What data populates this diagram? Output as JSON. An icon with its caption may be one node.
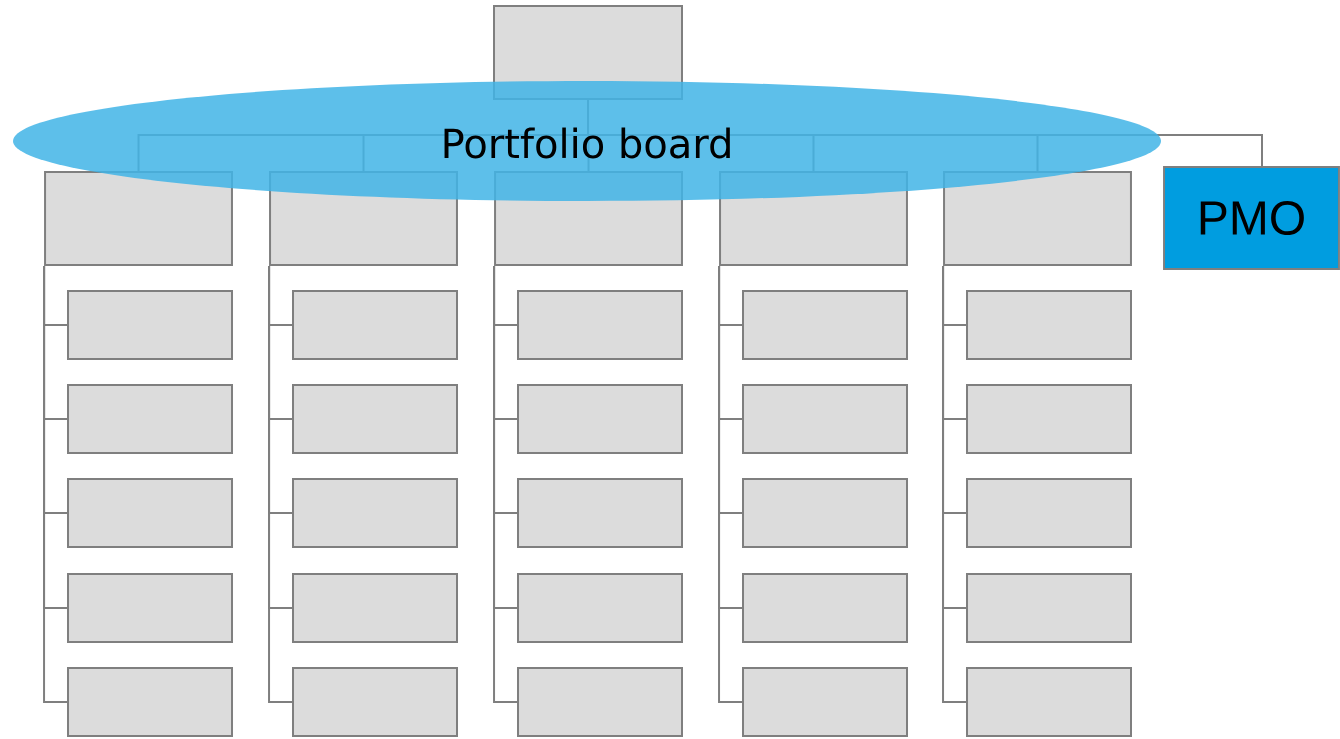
{
  "diagram": {
    "nodes": [
      {
        "text": [],
        "shape": "box"
      },
      {
        "text": [],
        "shape": "box"
      },
      {
        "text": [],
        "shape": "box"
      },
      {
        "text": [],
        "shape": "box"
      },
      {
        "text": [],
        "shape": "box"
      },
      {
        "text": [],
        "shape": "box"
      },
      {
        "text": [
          "PMO"
        ]
      },
      {
        "text": [],
        "shape": "box"
      },
      {
        "text": [],
        "shape": "box"
      },
      {
        "text": [],
        "shape": "box"
      },
      {
        "text": [],
        "shape": "box"
      },
      {
        "text": [],
        "shape": "box"
      },
      {
        "text": [],
        "shape": "box"
      },
      {
        "text": [],
        "shape": "box"
      },
      {
        "text": [],
        "shape": "box"
      },
      {
        "text": [],
        "shape": "box"
      },
      {
        "text": [],
        "shape": "box"
      },
      {
        "text": [],
        "shape": "box"
      },
      {
        "text": [],
        "shape": "box"
      },
      {
        "text": [],
        "shape": "box"
      },
      {
        "text": [],
        "shape": "box"
      },
      {
        "text": [],
        "shape": "box"
      },
      {
        "text": [],
        "shape": "box"
      },
      {
        "text": [],
        "shape": "box"
      },
      {
        "text": [],
        "shape": "box"
      },
      {
        "text": [],
        "shape": "box"
      },
      {
        "text": [],
        "shape": "box"
      },
      {
        "text": [],
        "shape": "box"
      },
      {
        "text": [],
        "shape": "box"
      },
      {
        "text": [],
        "shape": "box"
      },
      {
        "text": [],
        "shape": "box"
      },
      {
        "text": [],
        "shape": "box"
      }
    ],
    "edges": [
      {
        "from": 0,
        "to": 1,
        "arrow": "none"
      },
      {
        "from": 0,
        "to": 2,
        "arrow": "none"
      },
      {
        "from": 0,
        "to": 3,
        "arrow": "none"
      },
      {
        "from": 0,
        "to": 4,
        "arrow": "none"
      },
      {
        "from": 0,
        "to": 5,
        "arrow": "none"
      },
      {
        "from": 0,
        "to": 6,
        "arrow": "none"
      },
      {
        "from": 1,
        "to": 7,
        "arrow": "none"
      },
      {
        "from": 1,
        "to": 8,
        "arrow": "none"
      },
      {
        "from": 1,
        "to": 9,
        "arrow": "none"
      },
      {
        "from": 1,
        "to": 10,
        "arrow": "none"
      },
      {
        "from": 1,
        "to": 11,
        "arrow": "none"
      },
      {
        "from": 2,
        "to": 12,
        "arrow": "none"
      },
      {
        "from": 2,
        "to": 13,
        "arrow": "none"
      },
      {
        "from": 2,
        "to": 14,
        "arrow": "none"
      },
      {
        "from": 2,
        "to": 15,
        "arrow": "none"
      },
      {
        "from": 2,
        "to": 16,
        "arrow": "none"
      },
      {
        "from": 3,
        "to": 17,
        "arrow": "none"
      },
      {
        "from": 3,
        "to": 18,
        "arrow": "none"
      },
      {
        "from": 3,
        "to": 19,
        "arrow": "none"
      },
      {
        "from": 3,
        "to": 20,
        "arrow": "none"
      },
      {
        "from": 3,
        "to": 21,
        "arrow": "none"
      },
      {
        "from": 4,
        "to": 22,
        "arrow": "none"
      },
      {
        "from": 4,
        "to": 23,
        "arrow": "none"
      },
      {
        "from": 4,
        "to": 24,
        "arrow": "none"
      },
      {
        "from": 4,
        "to": 25,
        "arrow": "none"
      },
      {
        "from": 4,
        "to": 26,
        "arrow": "none"
      },
      {
        "from": 5,
        "to": 27,
        "arrow": "none"
      },
      {
        "from": 5,
        "to": 28,
        "arrow": "none"
      },
      {
        "from": 5,
        "to": 29,
        "arrow": "none"
      },
      {
        "from": 5,
        "to": 30,
        "arrow": "none"
      },
      {
        "from": 5,
        "to": 31,
        "arrow": "none"
      }
    ],
    "labels": [
      "Portfolio board"
    ]
  }
}
